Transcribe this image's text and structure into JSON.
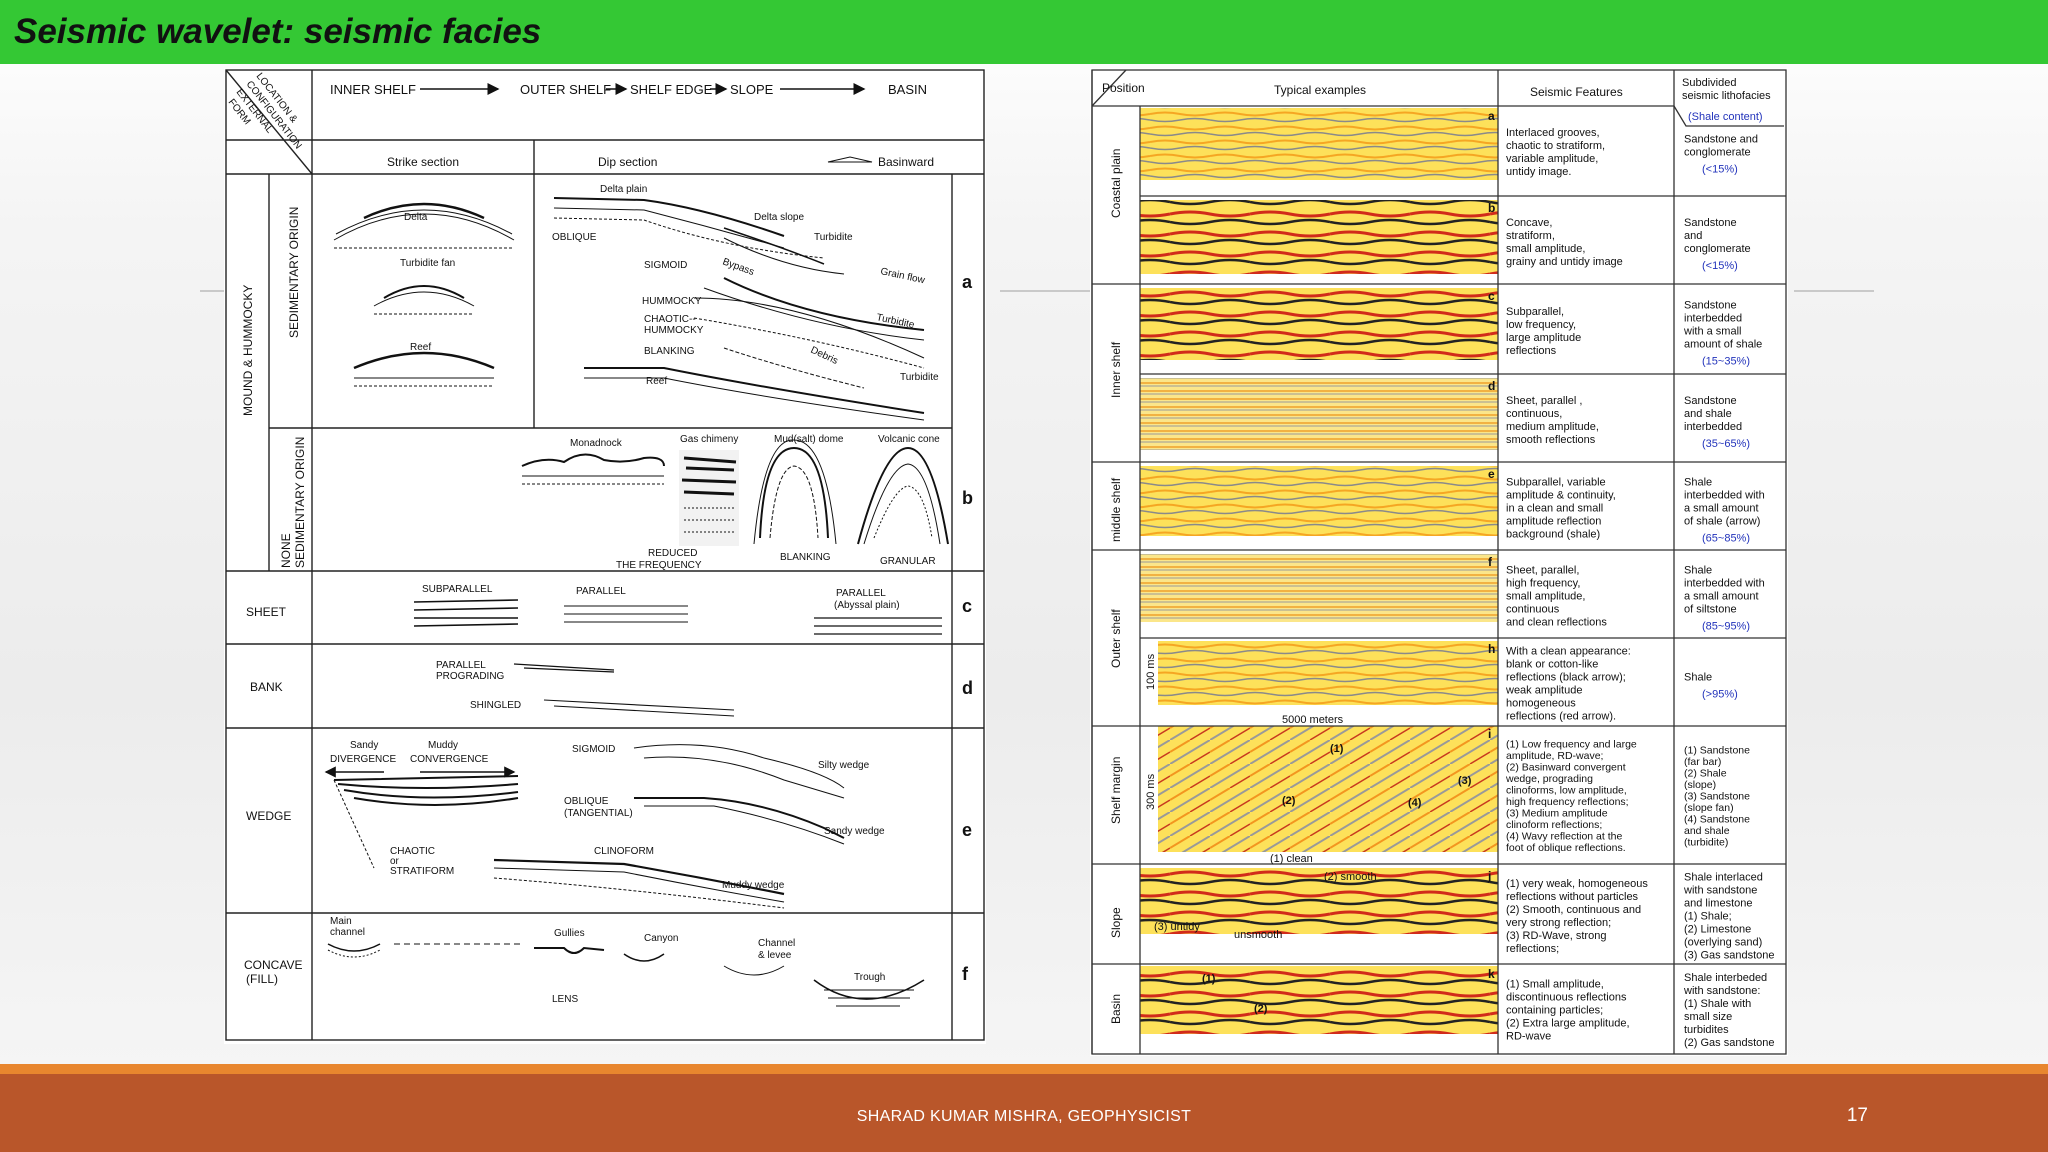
{
  "slide": {
    "title": "Seismic wavelet: seismic facies",
    "author": "SHARAD KUMAR MISHRA, GEOPHYSICIST",
    "page_number": "17"
  },
  "left_figure": {
    "corner_label": [
      "LOCATION &",
      "CONFIGURATION",
      "EXTERNAL",
      "FORM"
    ],
    "positions": [
      "INNER SHELF",
      "OUTER SHELF",
      "SHELF EDGE",
      "SLOPE",
      "BASIN"
    ],
    "strike_section": "Strike section",
    "dip_section": "Dip section",
    "basinward": "Basinward",
    "group_label": "MOUND & HUMMOCKY",
    "sedimentary_origin": "SEDIMENTARY ORIGIN",
    "none_sedimentary_origin": [
      "NONE",
      "SEDIMENTARY ORIGIN"
    ],
    "row_a": {
      "letter": "a",
      "labels": {
        "delta": "Delta",
        "turbidite_fan": "Turbidite fan",
        "reef": "Reef",
        "delta_plain": "Delta plain",
        "delta_slope": "Delta slope",
        "oblique": "OBLIQUE",
        "turbidite": "Turbidite",
        "bypass": "Bypass",
        "sigmoid": "SIGMOID",
        "grain_flow": "Grain flow",
        "hummocky": "HUMMOCKY",
        "chaotic_hummocky": [
          "CHAOTIC--",
          "HUMMOCKY"
        ],
        "blanking": "BLANKING",
        "debris": "Debris",
        "reef2": "Reef"
      }
    },
    "row_b": {
      "letter": "b",
      "labels": {
        "monadnock": "Monadnock",
        "gas_chimney": "Gas chimeny",
        "mud_dome": "Mud(salt) dome",
        "volcanic_cone": "Volcanic cone",
        "reduced": [
          "REDUCED",
          "THE FREQUENCY"
        ],
        "blanking": "BLANKING",
        "granular": "GRANULAR"
      }
    },
    "row_c": {
      "letter": "c",
      "name": "SHEET",
      "labels": {
        "subparallel": "SUBPARALLEL",
        "parallel": "PARALLEL",
        "parallel_abyssal": [
          "PARALLEL",
          "(Abyssal plain)"
        ]
      }
    },
    "row_d": {
      "letter": "d",
      "name": "BANK",
      "labels": {
        "parallel_prograding": [
          "PARALLEL",
          "PROGRADING"
        ],
        "shingled": "SHINGLED"
      }
    },
    "row_e": {
      "letter": "e",
      "name": "WEDGE",
      "labels": {
        "sandy": "Sandy",
        "divergence": "DIVERGENCE",
        "muddy": "Muddy",
        "convergence": "CONVERGENCE",
        "sigmoid": "SIGMOID",
        "silty_wedge": "Silty wedge",
        "oblique": [
          "OBLIQUE",
          "(TANGENTIAL)"
        ],
        "sandy_wedge": "Sandy wedge",
        "chaotic": [
          "CHAOTIC",
          "or",
          "STRATIFORM"
        ],
        "clinoform": "CLINOFORM",
        "muddy_wedge": "Muddy wedge"
      }
    },
    "row_f": {
      "letter": "f",
      "name": [
        "CONCAVE",
        "(FILL)"
      ],
      "labels": {
        "main_channel": [
          "Main",
          "channel"
        ],
        "gullies": "Gullies",
        "canyon": "Canyon",
        "channel_levee": [
          "Channel",
          "& levee"
        ],
        "trough": "Trough",
        "lens": "LENS"
      }
    }
  },
  "right_table": {
    "headers": {
      "position": "Position",
      "typical": "Typical examples",
      "features": "Seismic Features",
      "lithofacies": [
        "Subdivided",
        "seismic lithofacies"
      ],
      "shale_content": "(Shale content)"
    },
    "position_groups": [
      "Coastal plain",
      "Inner shelf",
      "middle shelf",
      "Outer shelf",
      "Shelf margin",
      "Slope",
      "Basin"
    ],
    "rows": [
      {
        "letter": "a",
        "features": [
          "Interlaced grooves,",
          "chaotic to stratiform,",
          "variable amplitude,",
          "untidy image."
        ],
        "litho": [
          "Sandstone and",
          "conglomerate"
        ],
        "pct": "(<15%)"
      },
      {
        "letter": "b",
        "features": [
          "Concave,",
          "stratiform,",
          "small amplitude,",
          "grainy and untidy image"
        ],
        "litho": [
          "Sandstone",
          "and",
          "conglomerate"
        ],
        "pct": "(<15%)"
      },
      {
        "letter": "c",
        "features": [
          "Subparallel,",
          "low frequency,",
          "large amplitude",
          "reflections"
        ],
        "litho": [
          "Sandstone",
          "interbedded",
          "with a small",
          "amount of shale"
        ],
        "pct": "(15~35%)"
      },
      {
        "letter": "d",
        "features": [
          "Sheet, parallel ,",
          "continuous,",
          "medium amplitude,",
          "smooth reflections"
        ],
        "litho": [
          "Sandstone",
          "and shale",
          "interbedded"
        ],
        "pct": "(35~65%)"
      },
      {
        "letter": "e",
        "features": [
          "Subparallel, variable",
          "amplitude & continuity,",
          "in a clean and small",
          "amplitude reflection",
          "background (shale)"
        ],
        "litho": [
          "Shale",
          "interbedded with",
          "a small amount",
          "of shale (arrow)"
        ],
        "pct": "(65~85%)"
      },
      {
        "letter": "f",
        "features": [
          "Sheet, parallel,",
          "high frequency,",
          "small amplitude,",
          "continuous",
          "and clean reflections"
        ],
        "litho": [
          "Shale",
          "interbedded with",
          "a small amount",
          "of siltstone"
        ],
        "pct": "(85~95%)"
      },
      {
        "letter": "h",
        "features": [
          "With a clean appearance:",
          "blank or cotton-like",
          "reflections (black arrow);",
          "weak amplitude",
          "homogeneous",
          "reflections (red arrow)."
        ],
        "litho": [
          "Shale"
        ],
        "pct": "(>95%)"
      },
      {
        "letter": "i",
        "features": [
          "(1) Low frequency and large",
          "amplitude, RD-wave;",
          "(2) Basinward convergent",
          "wedge, prograding",
          "clinoforms, low amplitude,",
          "high frequency reflections;",
          "(3) Medium amplitude",
          "clinoform reflections;",
          "(4) Wavy reflection at the",
          "foot of oblique reflections."
        ],
        "litho": [
          "(1) Sandstone",
          "(far bar)",
          "(2) Shale",
          "(slope)",
          "(3) Sandstone",
          "(slope fan)",
          "(4) Sandstone",
          "and shale",
          "(turbidite)"
        ],
        "pct": ""
      },
      {
        "letter": "j",
        "features": [
          "(1) very weak, homogeneous",
          "reflections without particles",
          "(2) Smooth, continuous and",
          "very strong reflection;",
          "(3) RD-Wave, strong",
          "reflections;"
        ],
        "litho": [
          "Shale interlaced",
          "with sandstone",
          "and limestone",
          "(1) Shale;",
          "(2) Limestone",
          "(overlying sand)",
          "(3) Gas sandstone"
        ],
        "pct": ""
      },
      {
        "letter": "k",
        "features": [
          "(1) Small amplitude,",
          "discontinuous reflections",
          "containing particles;",
          "(2) Extra large amplitude,",
          "RD-wave"
        ],
        "litho": [
          "Shale interbeded",
          "with sandstone:",
          "(1) Shale with",
          "small size",
          "turbidites",
          "(2) Gas sandstone"
        ],
        "pct": ""
      }
    ],
    "annotations": {
      "ms100": "100 ms",
      "meters": "5000 meters",
      "ms300": "300 ms",
      "i1": "(1)",
      "i2": "(2)",
      "i3": "(3)",
      "i4": "(4)",
      "j_clean": "(1) clean",
      "j_smooth": "(2) smooth",
      "j_untidy": "(3) untidy",
      "j_unsmooth": "unsmooth",
      "k1": "(1)",
      "k2": "(2)"
    }
  }
}
